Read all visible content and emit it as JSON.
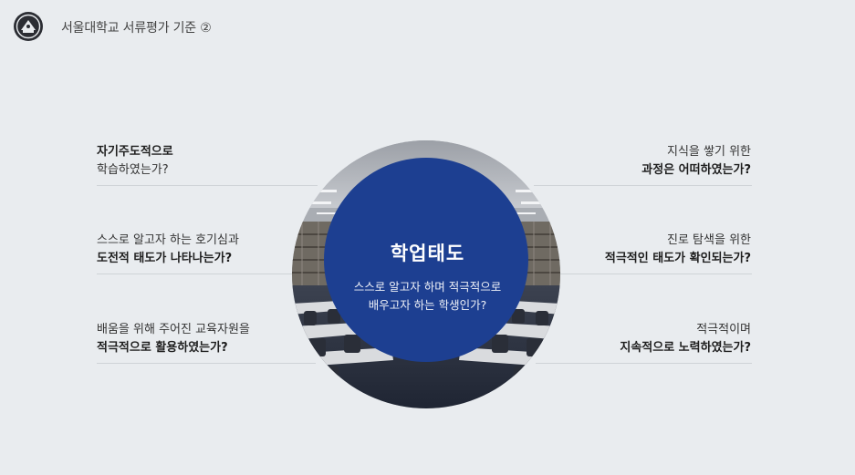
{
  "header": {
    "title": "서울대학교 서류평가 기준 ②",
    "logo_icon": "university-emblem-icon"
  },
  "left_items": [
    {
      "line1": "자기주도적으로",
      "line2": "학습하였는가?",
      "bold_line": 1
    },
    {
      "line1": "스스로 알고자 하는 호기심과",
      "line2": "도전적 태도가 나타나는가?",
      "bold_line": 2
    },
    {
      "line1": "배움을 위해 주어진 교육자원을",
      "line2": "적극적으로 활용하였는가?",
      "bold_line": 2
    }
  ],
  "right_items": [
    {
      "line1": "지식을 쌓기 위한",
      "line2": "과정은 어떠하였는가?",
      "bold_line": 2
    },
    {
      "line1": "진로 탐색을 위한",
      "line2": "적극적인 태도가 확인되는가?",
      "bold_line": 2
    },
    {
      "line1": "적극적이며",
      "line2": "지속적으로 노력하였는가?",
      "bold_line": 2
    }
  ],
  "center": {
    "title": "학업태도",
    "desc_line1": "스스로 알고자 하며 적극적으로",
    "desc_line2": "배우고자 하는 학생인가?",
    "accent_color": "#1d3f91",
    "photo_subject": "library-reading-room-photo"
  }
}
